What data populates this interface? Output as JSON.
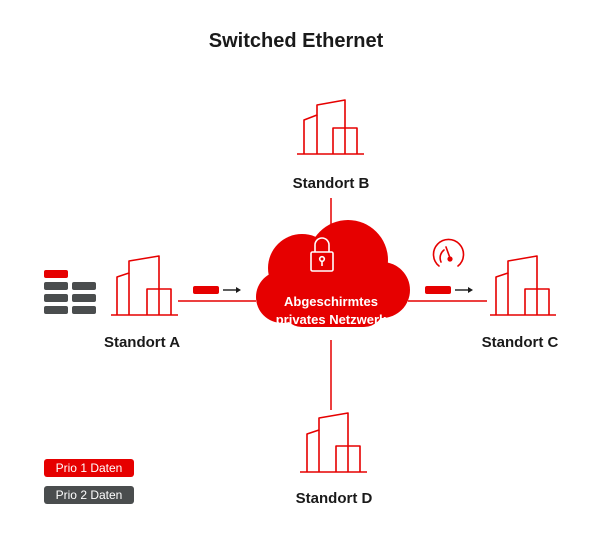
{
  "title": "Switched Ethernet",
  "cloud": {
    "line1": "Abgeschirmtes",
    "line2": "privates Netzwerk",
    "icon": "lock-icon"
  },
  "sites": {
    "a": {
      "label": "Standort A",
      "icon": "building-icon"
    },
    "b": {
      "label": "Standort B",
      "icon": "building-icon"
    },
    "c": {
      "label": "Standort C",
      "icon": "building-icon"
    },
    "d": {
      "label": "Standort D",
      "icon": "building-icon"
    }
  },
  "legend": {
    "prio1": {
      "label": "Prio 1 Daten",
      "color": "#e60000"
    },
    "prio2": {
      "label": "Prio 2 Daten",
      "color": "#4a4d4e"
    }
  },
  "colors": {
    "accent": "#e60000",
    "dark": "#4a4d4e",
    "text": "#1a1a1a"
  }
}
